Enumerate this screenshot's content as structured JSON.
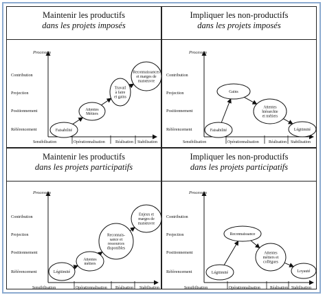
{
  "panels": [
    {
      "title": "Maintenir les productifs",
      "subtitle": "dans les projets imposés",
      "axis_title": "Processus",
      "y_labels": [
        "Contribution",
        "Projection",
        "Positionnement",
        "Référencement"
      ],
      "x_labels": [
        "Sensibilisation",
        "Opérationnalisation",
        "Réalisation",
        "Stabilisation"
      ],
      "nodes": [
        {
          "lines": [
            "Faisabilité"
          ]
        },
        {
          "lines": [
            "Attentes",
            "Métiers"
          ]
        },
        {
          "lines": [
            "Travail",
            "à faire",
            "et gains"
          ]
        },
        {
          "lines": [
            "Reconnaissances",
            "et marges de",
            "manœuvre"
          ]
        }
      ]
    },
    {
      "title": "Impliquer les non-productifs",
      "subtitle": "dans les projets imposés",
      "axis_title": "Processus",
      "y_labels": [
        "Contribution",
        "Projection",
        "Positionnement",
        "Référencement"
      ],
      "x_labels": [
        "Sensibilisation",
        "Opérationnalisation",
        "Réalisation",
        "Stabilisation"
      ],
      "nodes": [
        {
          "lines": [
            "Faisabilité"
          ]
        },
        {
          "lines": [
            "Gains"
          ]
        },
        {
          "lines": [
            "Attentes",
            "hiérarchie",
            "et métiers"
          ]
        },
        {
          "lines": [
            "Légitimité"
          ]
        }
      ]
    },
    {
      "title": "Maintenir les productifs",
      "subtitle": "dans les projets participatifs",
      "axis_title": "Processus",
      "y_labels": [
        "Contribution",
        "Projection",
        "Positionnement",
        "Référencement"
      ],
      "x_labels": [
        "Sensibilisation",
        "Opérationnalisation",
        "Réalisation",
        "Stabilisation"
      ],
      "nodes": [
        {
          "lines": [
            "Légitimité"
          ]
        },
        {
          "lines": [
            "Attentes",
            "métiers"
          ]
        },
        {
          "lines": [
            "Reconnais-",
            "sance et",
            "ressources",
            "disponibles"
          ]
        },
        {
          "lines": [
            "Enjeux et",
            "marges de",
            "manœuvre"
          ]
        }
      ]
    },
    {
      "title": "Impliquer les non-productifs",
      "subtitle": "dans les projets participatifs",
      "axis_title": "Processus",
      "y_labels": [
        "Contribution",
        "Projection",
        "Positionnement",
        "Référencement"
      ],
      "x_labels": [
        "Sensibilisation",
        "Opérationnalisation",
        "Réalisation",
        "Stabilisation"
      ],
      "nodes": [
        {
          "lines": [
            "Légitimité"
          ]
        },
        {
          "lines": [
            "Reconnaissance"
          ]
        },
        {
          "lines": [
            "Attentes",
            "métiers et",
            "collègues"
          ]
        },
        {
          "lines": [
            "Loyauté"
          ]
        }
      ]
    }
  ]
}
